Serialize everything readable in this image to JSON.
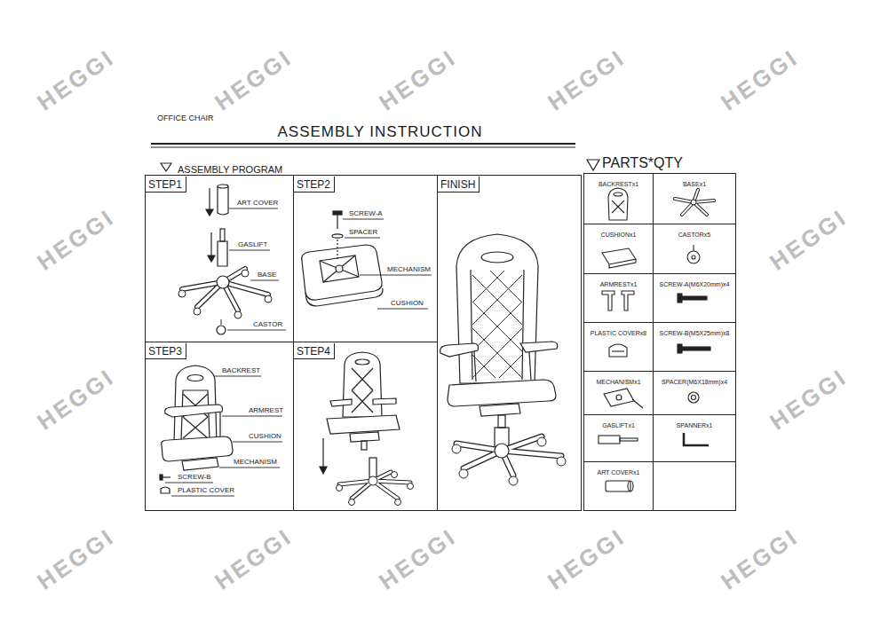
{
  "diagram": {
    "title": "ASSEMBLY INSTRUCTION",
    "nodes": [
      {
        "text": [
          "ASSEMBLY PROGRAM"
        ]
      },
      {
        "text": [
          "STEP1"
        ],
        "in": 0
      },
      {
        "text": [
          "STEP2"
        ],
        "in": 0
      },
      {
        "text": [
          "FINISH"
        ],
        "in": 0
      },
      {
        "text": [
          "STEP3"
        ],
        "in": 0
      },
      {
        "text": [
          "STEP4"
        ],
        "in": 0
      },
      {
        "text": [
          "PARTS*QTY"
        ]
      },
      {
        "text": [
          "BACKRESTx1"
        ],
        "in": 6
      },
      {
        "text": [
          "BASEx1"
        ],
        "in": 6
      },
      {
        "text": [
          "CUSHIONx1"
        ],
        "in": 6
      },
      {
        "text": [
          "CASTORx5"
        ],
        "in": 6
      },
      {
        "text": [
          "ARMRESTx1"
        ],
        "in": 6
      },
      {
        "text": [
          "SCREW-A(M6X20mm)x4"
        ],
        "in": 6
      },
      {
        "text": [
          "PLASTIC COVERx8"
        ],
        "in": 6
      },
      {
        "text": [
          "SCREW-B(M5X25mm)x8"
        ],
        "in": 6
      },
      {
        "text": [
          "MECHANISMx1"
        ],
        "in": 6
      },
      {
        "text": [
          "SPACER(M6X18mm)x4"
        ],
        "in": 6
      },
      {
        "text": [
          "GASLIFTx1"
        ],
        "in": 6
      },
      {
        "text": [
          "SPANNERx1"
        ],
        "in": 6
      },
      {
        "text": [
          "ART COVERx1"
        ],
        "in": 6
      }
    ],
    "labels": [
      "OFFICE CHAIR",
      "ART COVER",
      "GASLIFT",
      "BASE",
      "CASTOR",
      "SCREW-A",
      "SPACER",
      "MECHANISM",
      "CUSHION",
      "BACKREST",
      "ARMREST",
      "CUSHION",
      "MECHANISM",
      "SCREW-B",
      "PLASTIC COVER",
      "HEGGI",
      "HEGGI",
      "HEGGI",
      "HEGGI",
      "HEGGI",
      "HEGGI",
      "HEGGI",
      "HEGGI",
      "HEGGI",
      "HEGGI",
      "HEGGI",
      "HEGGI",
      "HEGGI",
      "HEGGI"
    ]
  }
}
